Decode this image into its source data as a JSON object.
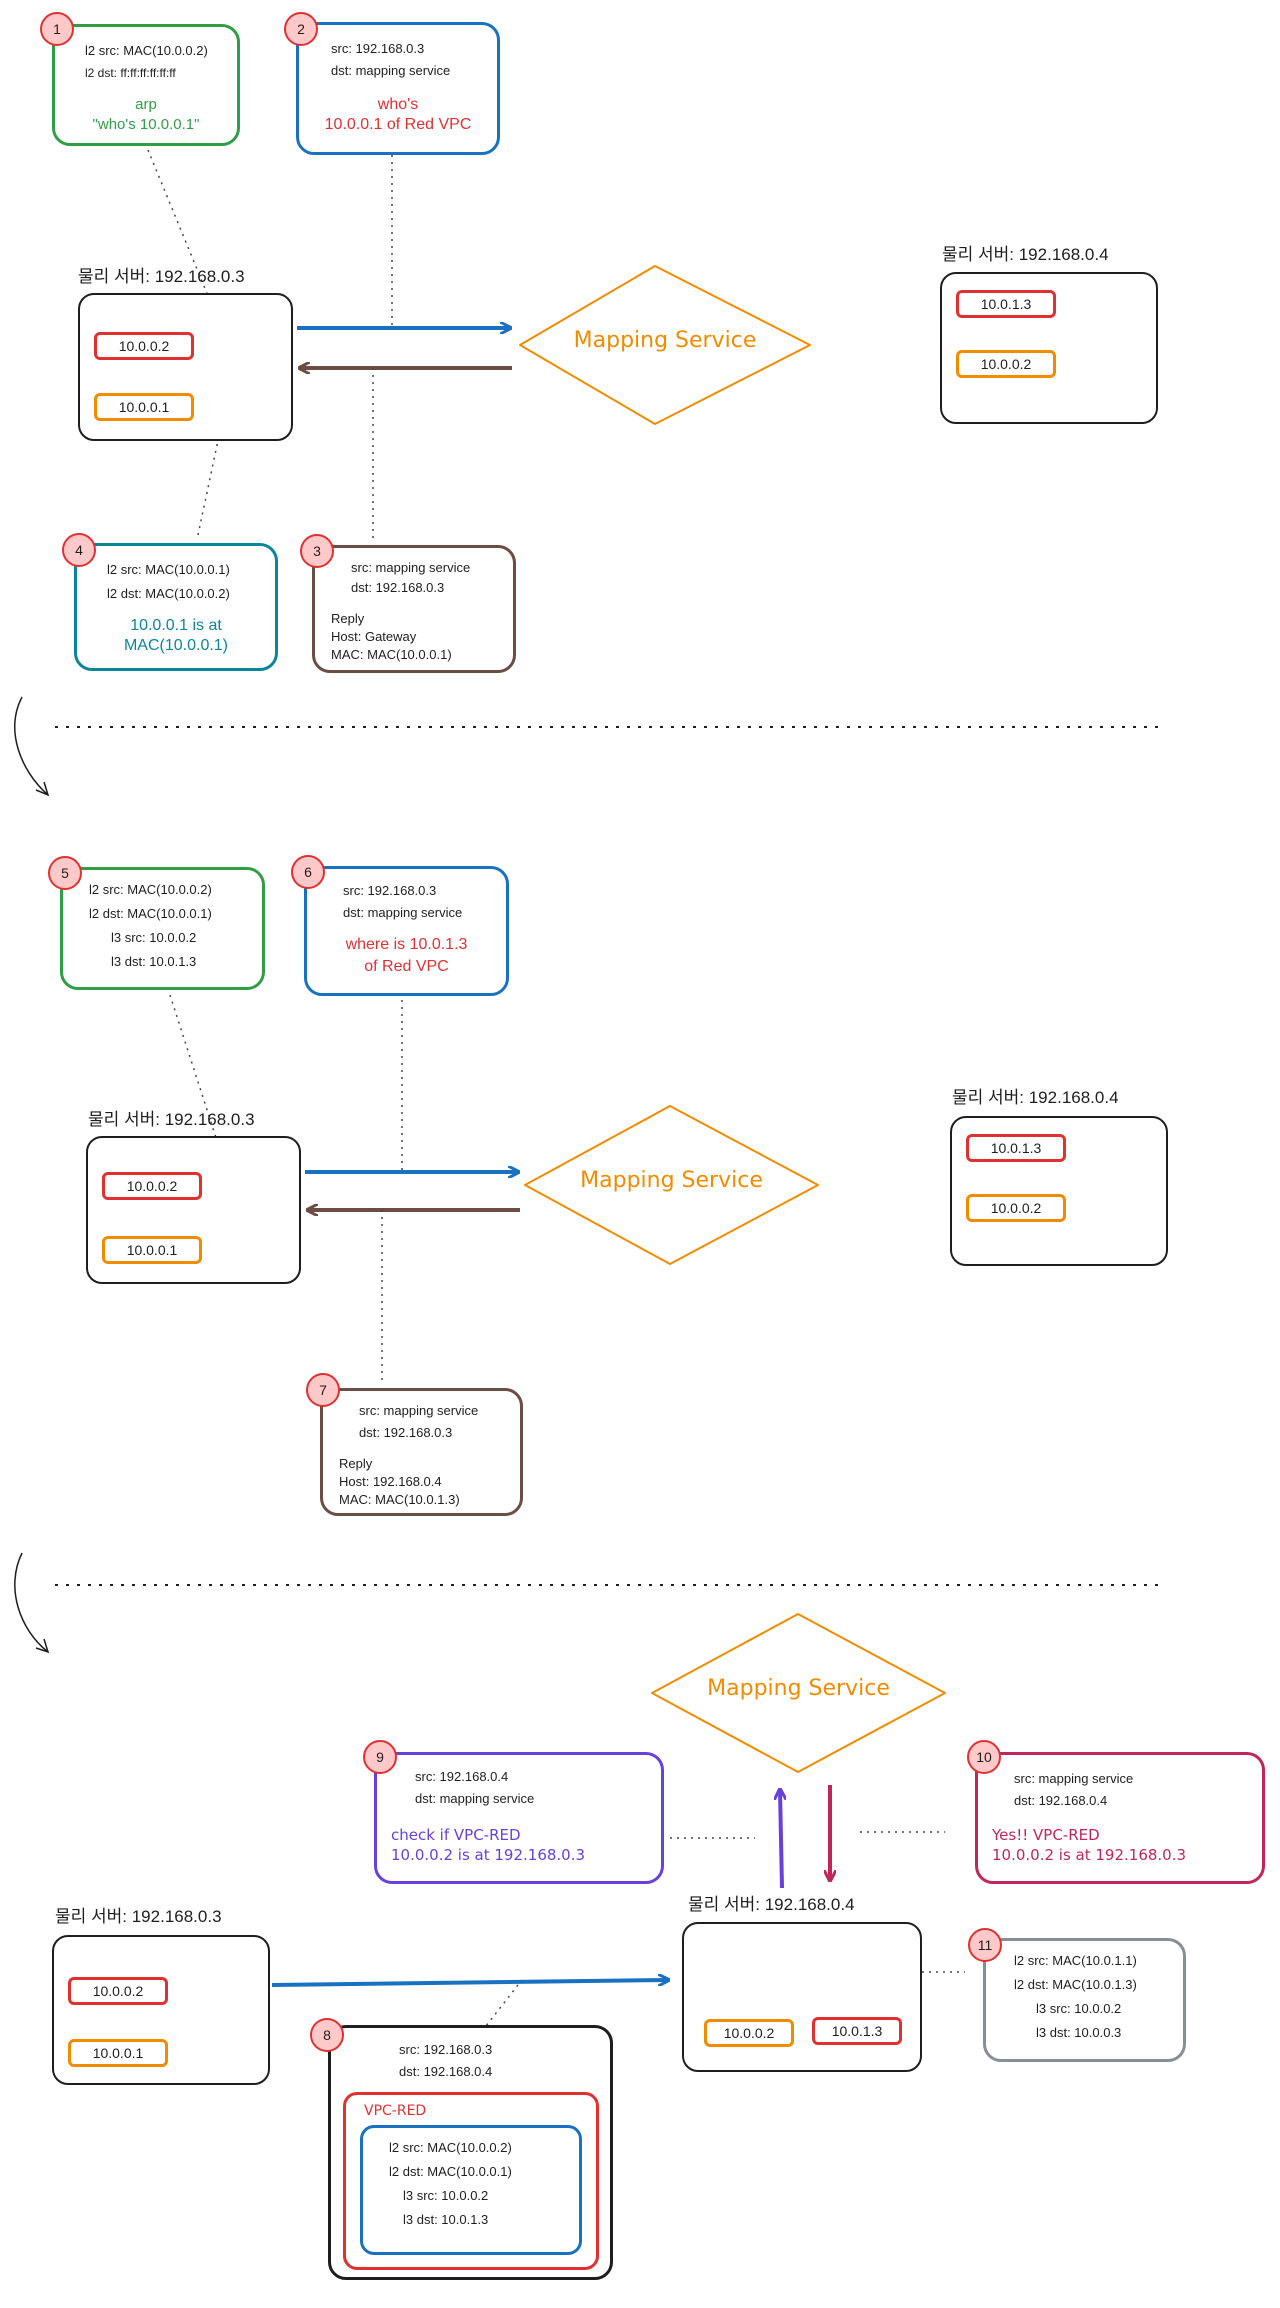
{
  "colors": {
    "green": "#2f9e44",
    "blue": "#1971c2",
    "brown": "#6b4d44",
    "teal": "#0c8599",
    "red": "#e03131",
    "orange": "#f08c00",
    "violet": "#6741d9",
    "crimson": "#c2255c",
    "gray": "#868e96"
  },
  "mapping_service": "Mapping Service",
  "servers": {
    "s1_left": "물리 서버: 192.168.0.3",
    "s1_right": "물리 서버: 192.168.0.4",
    "s2_left": "물리 서버: 192.168.0.3",
    "s2_right": "물리 서버: 192.168.0.4",
    "s3_left": "물리 서버: 192.168.0.3",
    "s3_right": "물리 서버: 192.168.0.4"
  },
  "ips": {
    "a": "10.0.0.2",
    "b": "10.0.0.1",
    "c": "10.0.1.3"
  },
  "steps": {
    "n1": "1",
    "n2": "2",
    "n3": "3",
    "n4": "4",
    "n5": "5",
    "n6": "6",
    "n7": "7",
    "n8": "8",
    "n9": "9",
    "n10": "10",
    "n11": "11"
  },
  "box1": {
    "l1": "l2 src: MAC(10.0.0.2)",
    "l2": "l2 dst: ff:ff:ff:ff:ff:ff",
    "l3": "arp",
    "l4": "\"who's 10.0.0.1\""
  },
  "box2": {
    "l1": "src: 192.168.0.3",
    "l2": "dst: mapping service",
    "l3": "who's",
    "l4": "10.0.0.1 of Red VPC"
  },
  "box3": {
    "l1": "src: mapping service",
    "l2": "dst: 192.168.0.3",
    "l3": "Reply",
    "l4": "Host: Gateway",
    "l5": "MAC: MAC(10.0.0.1)"
  },
  "box4": {
    "l1": "l2 src: MAC(10.0.0.1)",
    "l2": "l2 dst: MAC(10.0.0.2)",
    "l3": "10.0.0.1 is at",
    "l4": "MAC(10.0.0.1)"
  },
  "box5": {
    "l1": "l2 src: MAC(10.0.0.2)",
    "l2": "l2 dst: MAC(10.0.0.1)",
    "l3": "l3 src: 10.0.0.2",
    "l4": "l3 dst: 10.0.1.3"
  },
  "box6": {
    "l1": "src: 192.168.0.3",
    "l2": "dst: mapping service",
    "l3": "where is 10.0.1.3",
    "l4": "of Red VPC"
  },
  "box7": {
    "l1": "src: mapping service",
    "l2": "dst: 192.168.0.3",
    "l3": "Reply",
    "l4": "Host: 192.168.0.4",
    "l5": "MAC: MAC(10.0.1.3)"
  },
  "box8": {
    "l1": "src: 192.168.0.3",
    "l2": "dst: 192.168.0.4",
    "vpc": "VPC-RED",
    "l3": "l2 src: MAC(10.0.0.2)",
    "l4": "l2 dst: MAC(10.0.0.1)",
    "l5": "l3 src: 10.0.0.2",
    "l6": "l3 dst: 10.0.1.3"
  },
  "box9": {
    "l1": "src: 192.168.0.4",
    "l2": "dst: mapping service",
    "l3": "check if VPC-RED",
    "l4": "10.0.0.2 is at 192.168.0.3"
  },
  "box10": {
    "l1": "src: mapping service",
    "l2": "dst: 192.168.0.4",
    "l3": "Yes!! VPC-RED",
    "l4": "10.0.0.2 is at 192.168.0.3"
  },
  "box11": {
    "l1": "l2 src: MAC(10.0.1.1)",
    "l2": "l2 dst: MAC(10.0.1.3)",
    "l3": "l3 src: 10.0.0.2",
    "l4": "l3 dst: 10.0.0.3"
  }
}
